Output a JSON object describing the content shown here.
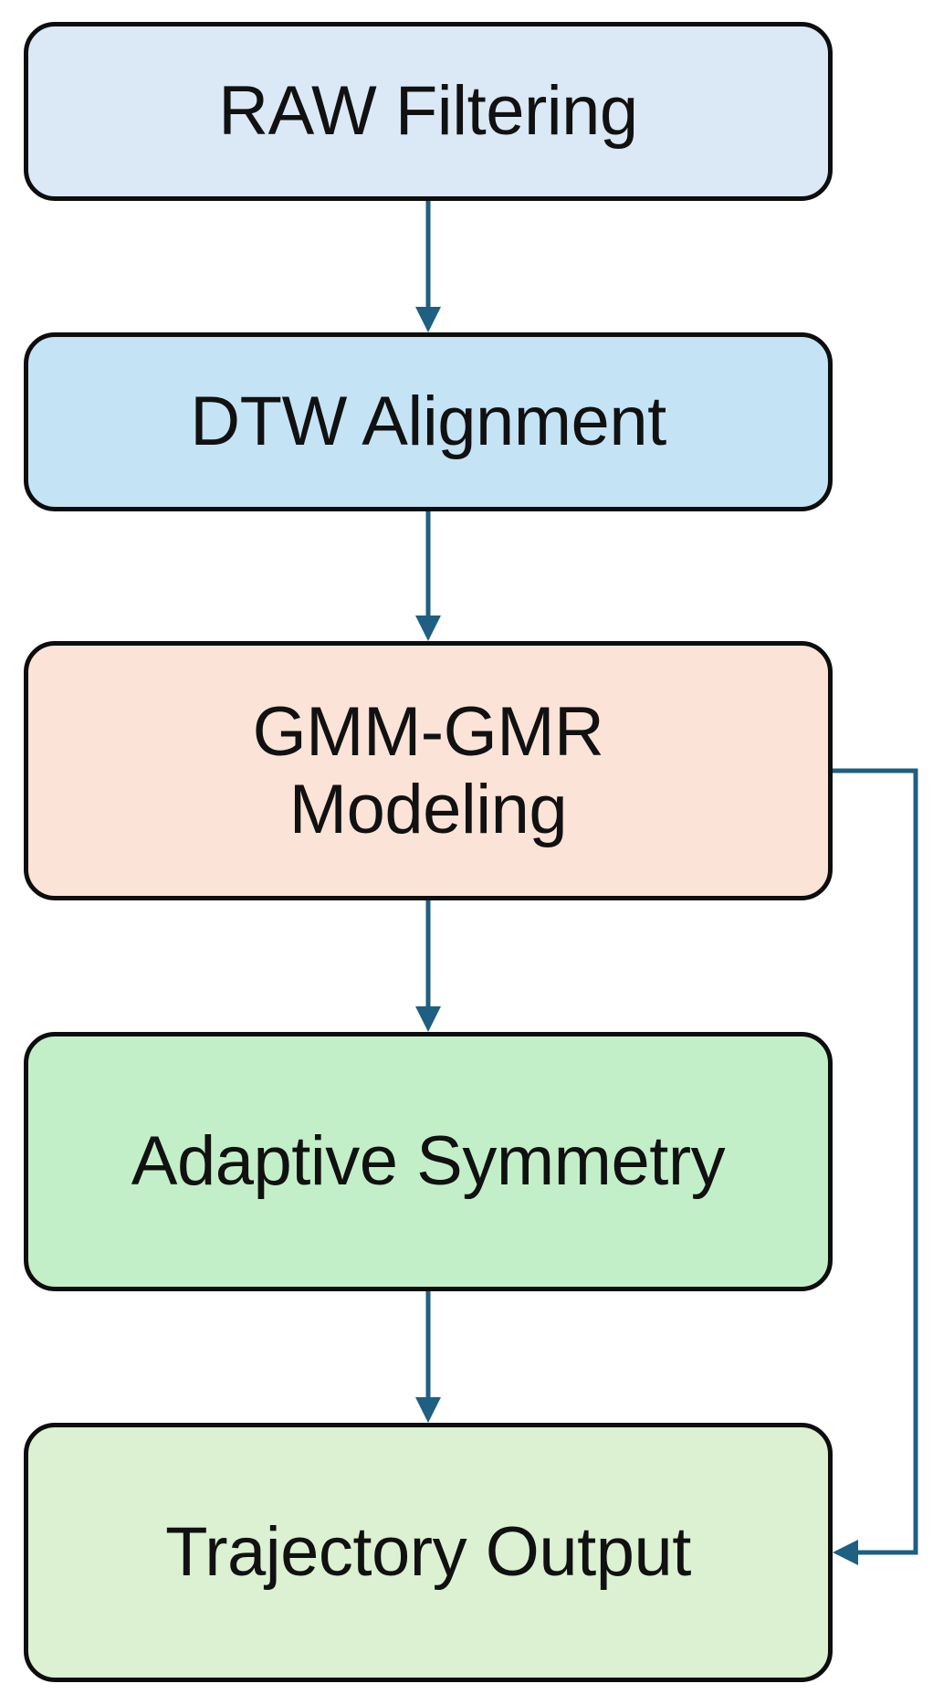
{
  "colors": {
    "arrow": "#1f5f82",
    "border": "#0d0d0d",
    "text": "#111111"
  },
  "steps": [
    {
      "id": "n1",
      "label": "RAW Filtering",
      "fill": "#dbe9f6"
    },
    {
      "id": "n2",
      "label": "DTW Alignment",
      "fill": "#c4e4f5"
    },
    {
      "id": "n3",
      "label": "GMM-GMR\nModeling",
      "fill": "#fbe3d7"
    },
    {
      "id": "n4",
      "label": "Adaptive Symmetry",
      "fill": "#c3efc8"
    },
    {
      "id": "n5",
      "label": "Trajectory Output",
      "fill": "#dbf1d2"
    }
  ],
  "edges": [
    {
      "from": "RAW Filtering",
      "to": "DTW Alignment"
    },
    {
      "from": "DTW Alignment",
      "to": "GMM-GMR\nModeling"
    },
    {
      "from": "GMM-GMR\nModeling",
      "to": "Adaptive Symmetry"
    },
    {
      "from": "Adaptive Symmetry",
      "to": "Trajectory Output"
    },
    {
      "from": "GMM-GMR\nModeling",
      "to": "Trajectory Output",
      "route": "bypass-right"
    }
  ]
}
